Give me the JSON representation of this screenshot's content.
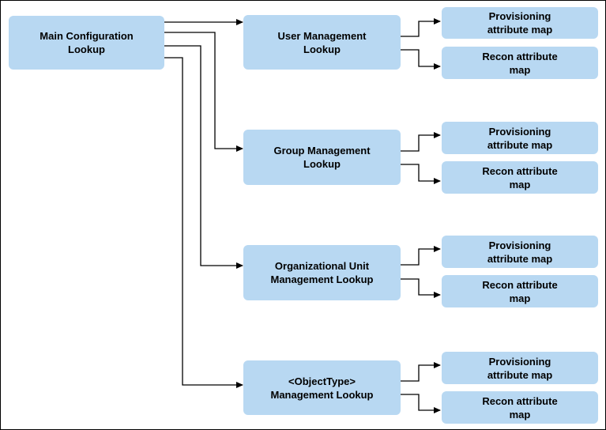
{
  "nodes": {
    "main": {
      "line1": "Main Configuration",
      "line2": "Lookup"
    },
    "user": {
      "line1": "User Management",
      "line2": "Lookup"
    },
    "group": {
      "line1": "Group Management",
      "line2": "Lookup"
    },
    "ou": {
      "line1": "Organizational Unit",
      "line2": "Management Lookup"
    },
    "objecttype": {
      "line1": "<ObjectType>",
      "line2": "Management Lookup"
    }
  },
  "maps": {
    "provisioning": {
      "line1": "Provisioning",
      "line2": "attribute map"
    },
    "recon": {
      "line1": "Recon attribute",
      "line2": "map"
    }
  },
  "colors": {
    "box": "#b8d8f2",
    "line": "#000000",
    "border": "#000000"
  }
}
